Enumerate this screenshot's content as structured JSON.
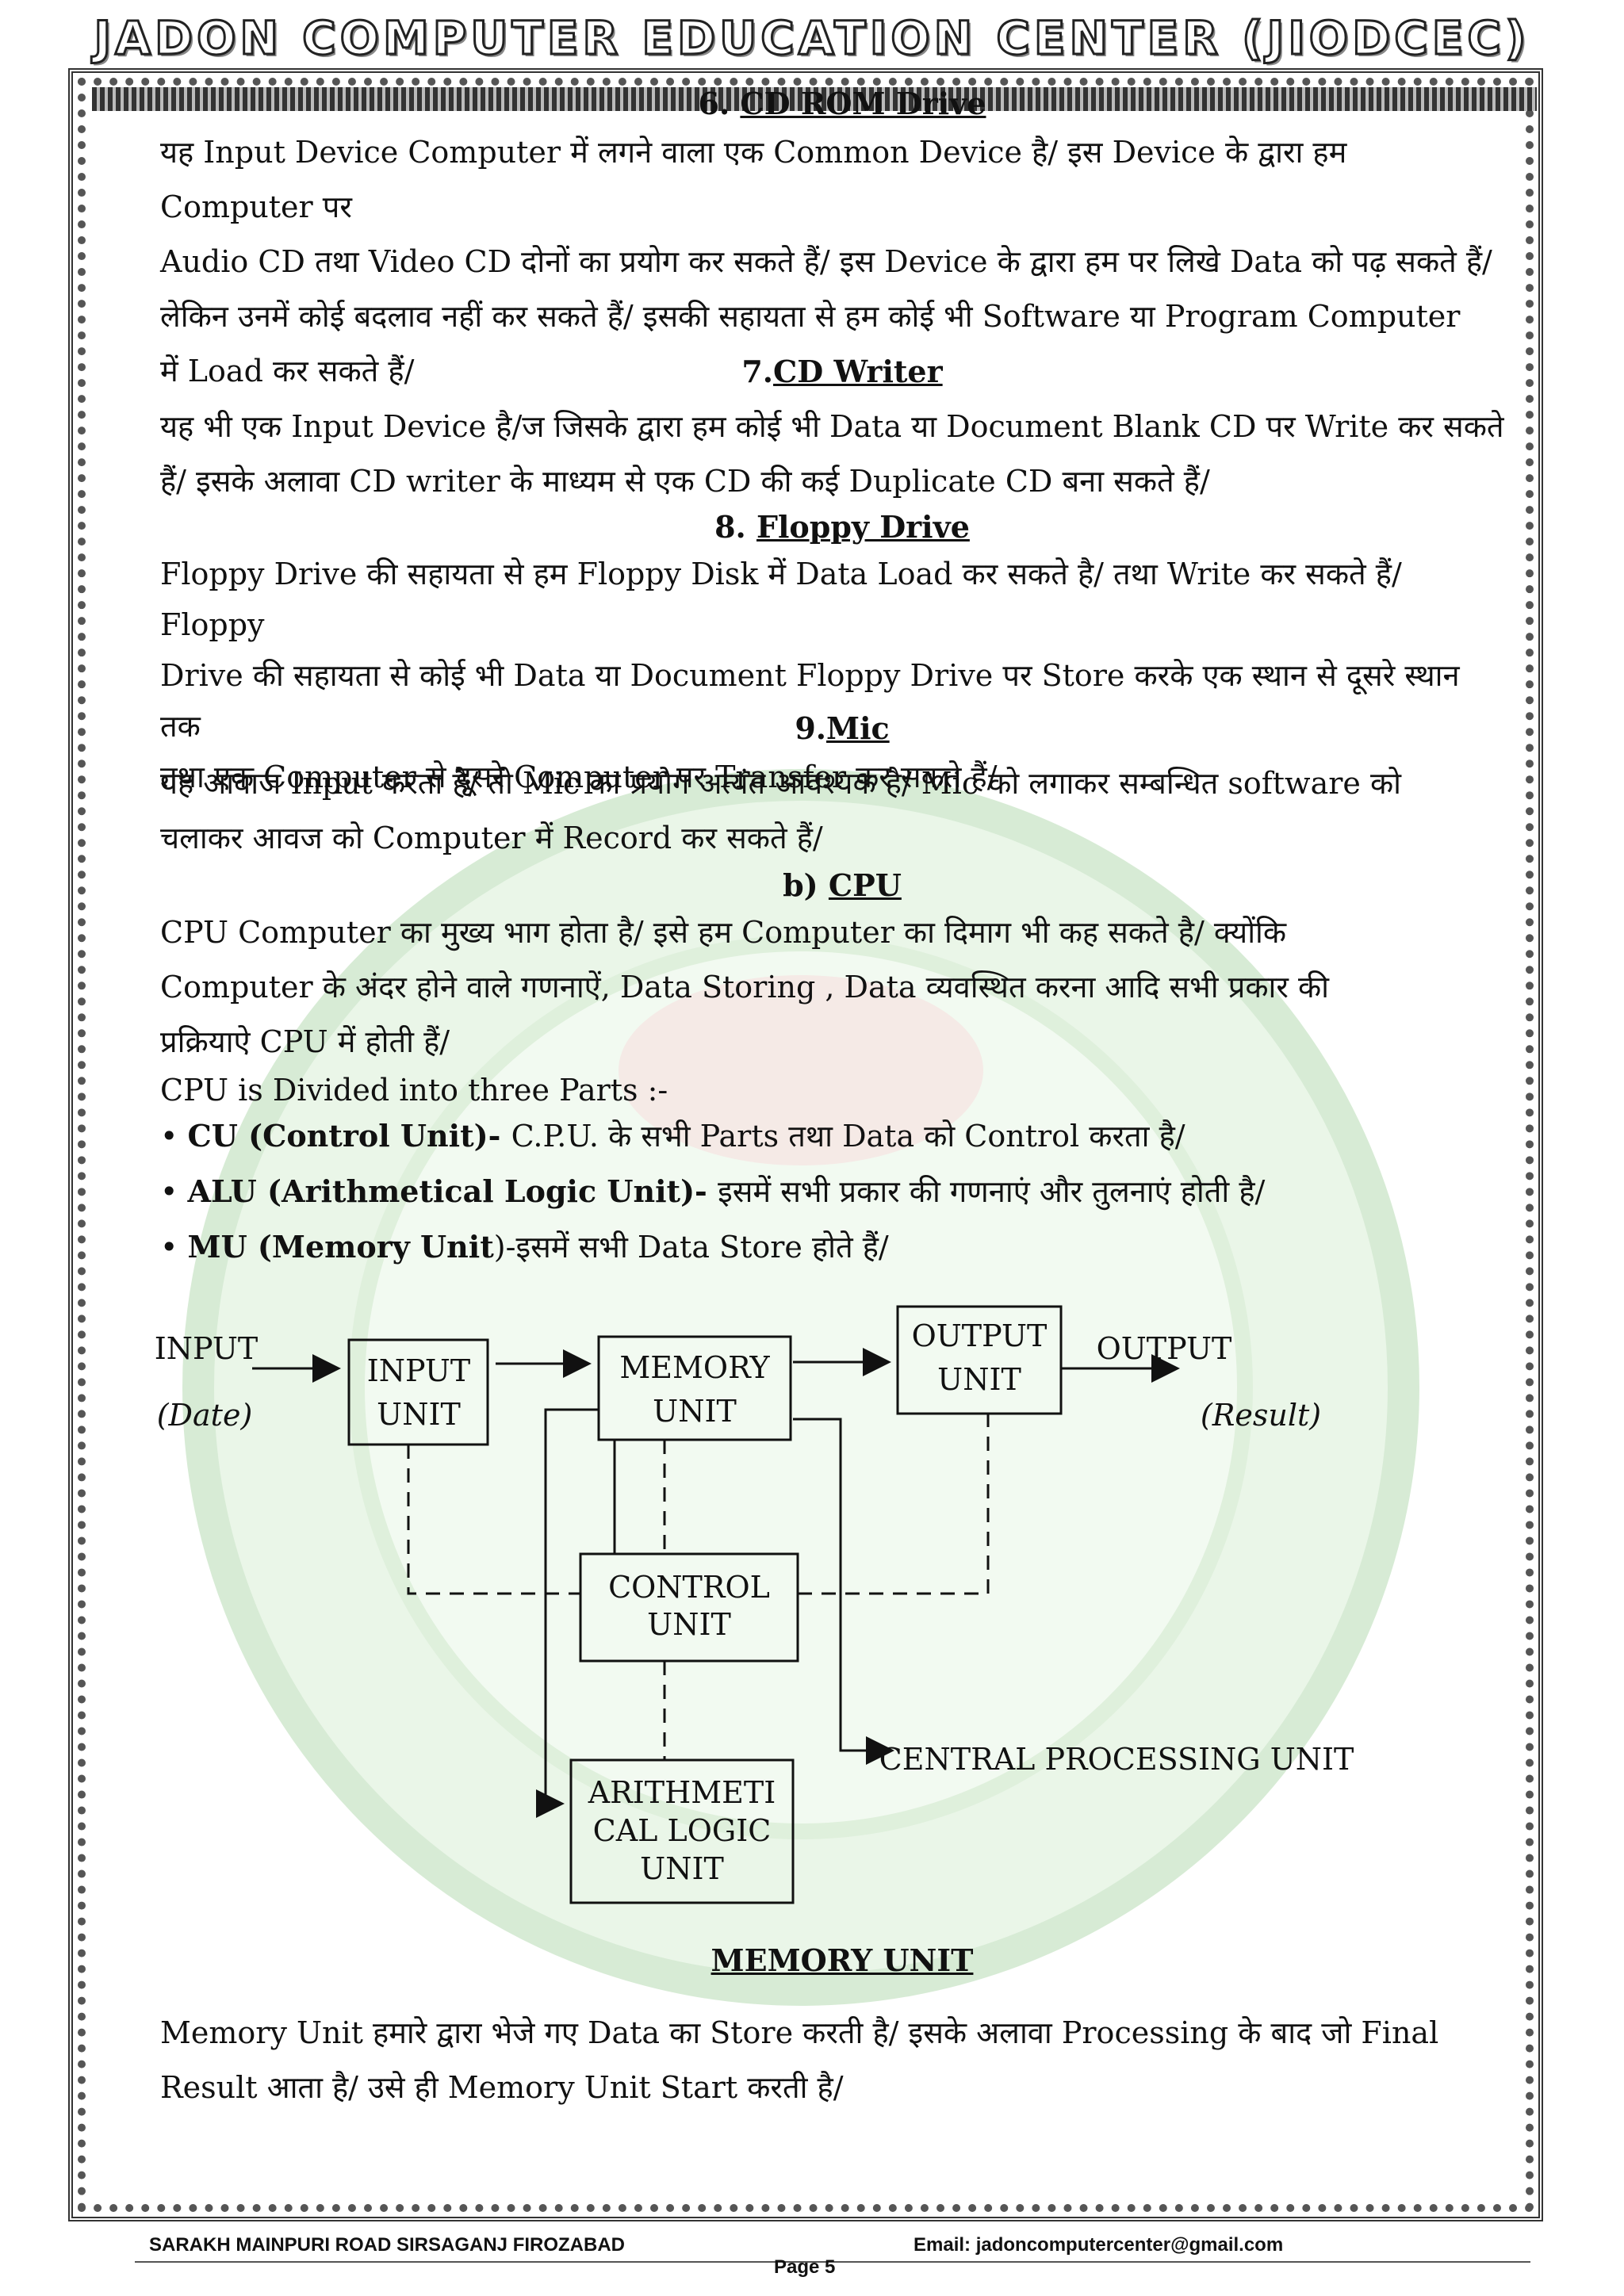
{
  "header": {
    "title": "JADON COMPUTER EDUCATION CENTER (JIODCEC)"
  },
  "sections": {
    "cdrom": {
      "heading_num": "6.",
      "heading": "CD ROM Drive",
      "lines": [
        "यह Input Device Computer में लगने वाला एक Common Device है/  इस Device के द्वारा हम Computer पर",
        "Audio CD तथा  Video CD दोनों का प्रयोग कर सकते हैं/  इस Device के द्वारा हम पर लिखे Data को पढ़ सकते हैं/",
        "लेकिन उनमें कोई बदलाव नहीं कर सकते हैं/  इसकी सहायता से हम कोई भी Software या Program Computer",
        "में Load कर सकते हैं/"
      ]
    },
    "cdwriter": {
      "heading_num": "7.",
      "heading": "CD Writer",
      "lines": [
        "यह भी एक Input Device है/ज जिसके द्वारा हम कोई भी Data या Document  Blank CD पर Write कर सकते",
        "हैं/  इसके अलावा CD writer  के माध्यम से एक  CD की कई Duplicate CD बना सकते हैं/"
      ]
    },
    "floppy": {
      "heading_num": "8.",
      "heading": "Floppy Drive",
      "lines": [
        "Floppy Drive की सहायता से हम Floppy Disk में Data Load कर सकते है/  तथा Write कर सकते हैं/ Floppy",
        "Drive की सहायता से कोई भी Data या Document Floppy Drive पर Store करके एक स्थान से दूसरे स्थान तक",
        "तथा एक Computer से दूसरे Computer पर Transfer कर सकते हैं/"
      ]
    },
    "mic": {
      "heading_num": "9.",
      "heading": "Mic",
      "lines": [
        "यह आवाज Input करता है/  तो Mic का प्रयोग अत्यंत आवश्यक है/  Mic को लगाकर सम्बन्धित software को",
        "चलाकर आवज को Computer में Record कर सकते हैं/"
      ]
    },
    "cpu": {
      "heading_num": "b)",
      "heading": "CPU",
      "lines": [
        "CPU Computer  का मुख्य भाग होता है/ इसे हम Computer  का दिमाग भी कह सकते है/ क्योंकि",
        "Computer  के अंदर होने वाले गणनाऐं,  Data Storing , Data  व्यवस्थित करना आदि सभी प्रकार की",
        "प्रक्रियाऐ CPU  में  होती  हैं/"
      ],
      "parts_intro": "CPU is Divided into three Parts :-",
      "bullets": [
        {
          "term": "CU (Control Unit)- ",
          "text": " C.P.U.  के सभी Parts  तथा Data  को Control  करता  है/"
        },
        {
          "term": "ALU (Arithmetical Logic Unit)- ",
          "text": " इसमें  सभी  प्रकार  की  गणनाएं  और  तुलनाएं  होती  है/"
        },
        {
          "term": "MU (Memory Unit",
          "text": ")-इसमें  सभी   Data Store  होते  हैं/"
        }
      ]
    },
    "memory": {
      "heading": "MEMORY UNIT",
      "lines": [
        "Memory Unit हमारे द्वारा भेजे गए Data का Store करती है/  इसके अलावा Processing के बाद जो Final",
        "Result आता है/  उसे ही Memory Unit Start करती है/"
      ]
    }
  },
  "diagram": {
    "input_label": "INPUT",
    "input_sub": "(Date)",
    "output_label": "OUTPUT",
    "output_sub": "(Result)",
    "input_unit": [
      "INPUT",
      "UNIT"
    ],
    "memory_unit": [
      "MEMORY",
      "UNIT"
    ],
    "output_unit": [
      "OUTPUT",
      "UNIT"
    ],
    "control_unit": [
      "CONTROL",
      "UNIT"
    ],
    "alu": [
      "ARITHMETI",
      "CAL LOGIC",
      "UNIT"
    ],
    "cpu_label": "CENTRAL PROCESSING UNIT"
  },
  "footer": {
    "address": "SARAKH MAINPURI ROAD SIRSAGANJ FIROZABAD",
    "email": "Email: jadoncomputercenter@gmail.com",
    "page": "Page 5"
  }
}
